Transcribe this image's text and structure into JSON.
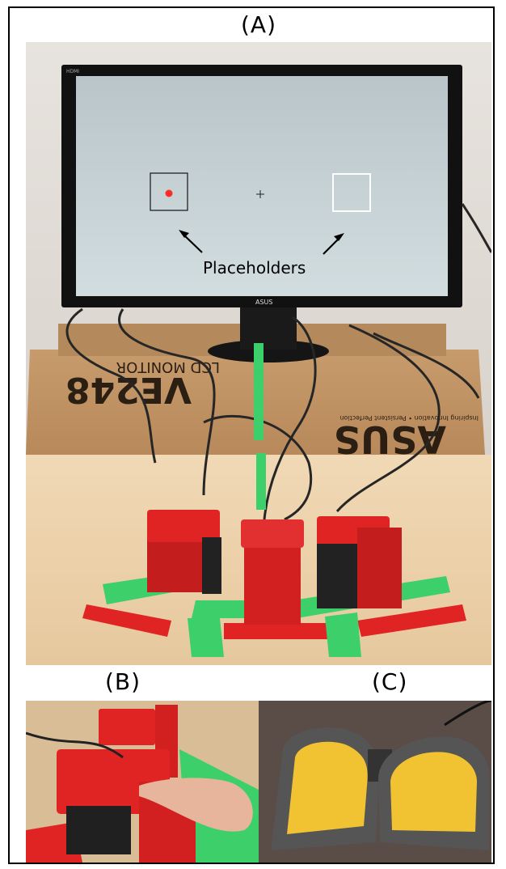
{
  "figure": {
    "panel_a_label": "(A)",
    "panel_b_label": "(B)",
    "panel_c_label": "(C)",
    "annotation_text": "Placeholders",
    "monitor_brand": "ASUS",
    "monitor_hdmi_text": "HDMI",
    "box_text_model": "VE248",
    "box_text_sub": "LCD MONITOR",
    "box_text_brand": "ASUS",
    "box_text_tagline": "Inspiring Innovation • Persistent Perfection"
  },
  "colors": {
    "device_red": "#e02424",
    "tape_green": "#3ccf6a",
    "pedal_yellow": "#f1c232",
    "screen": "#c7d3d6",
    "target_dot": "#ff2a2a"
  }
}
